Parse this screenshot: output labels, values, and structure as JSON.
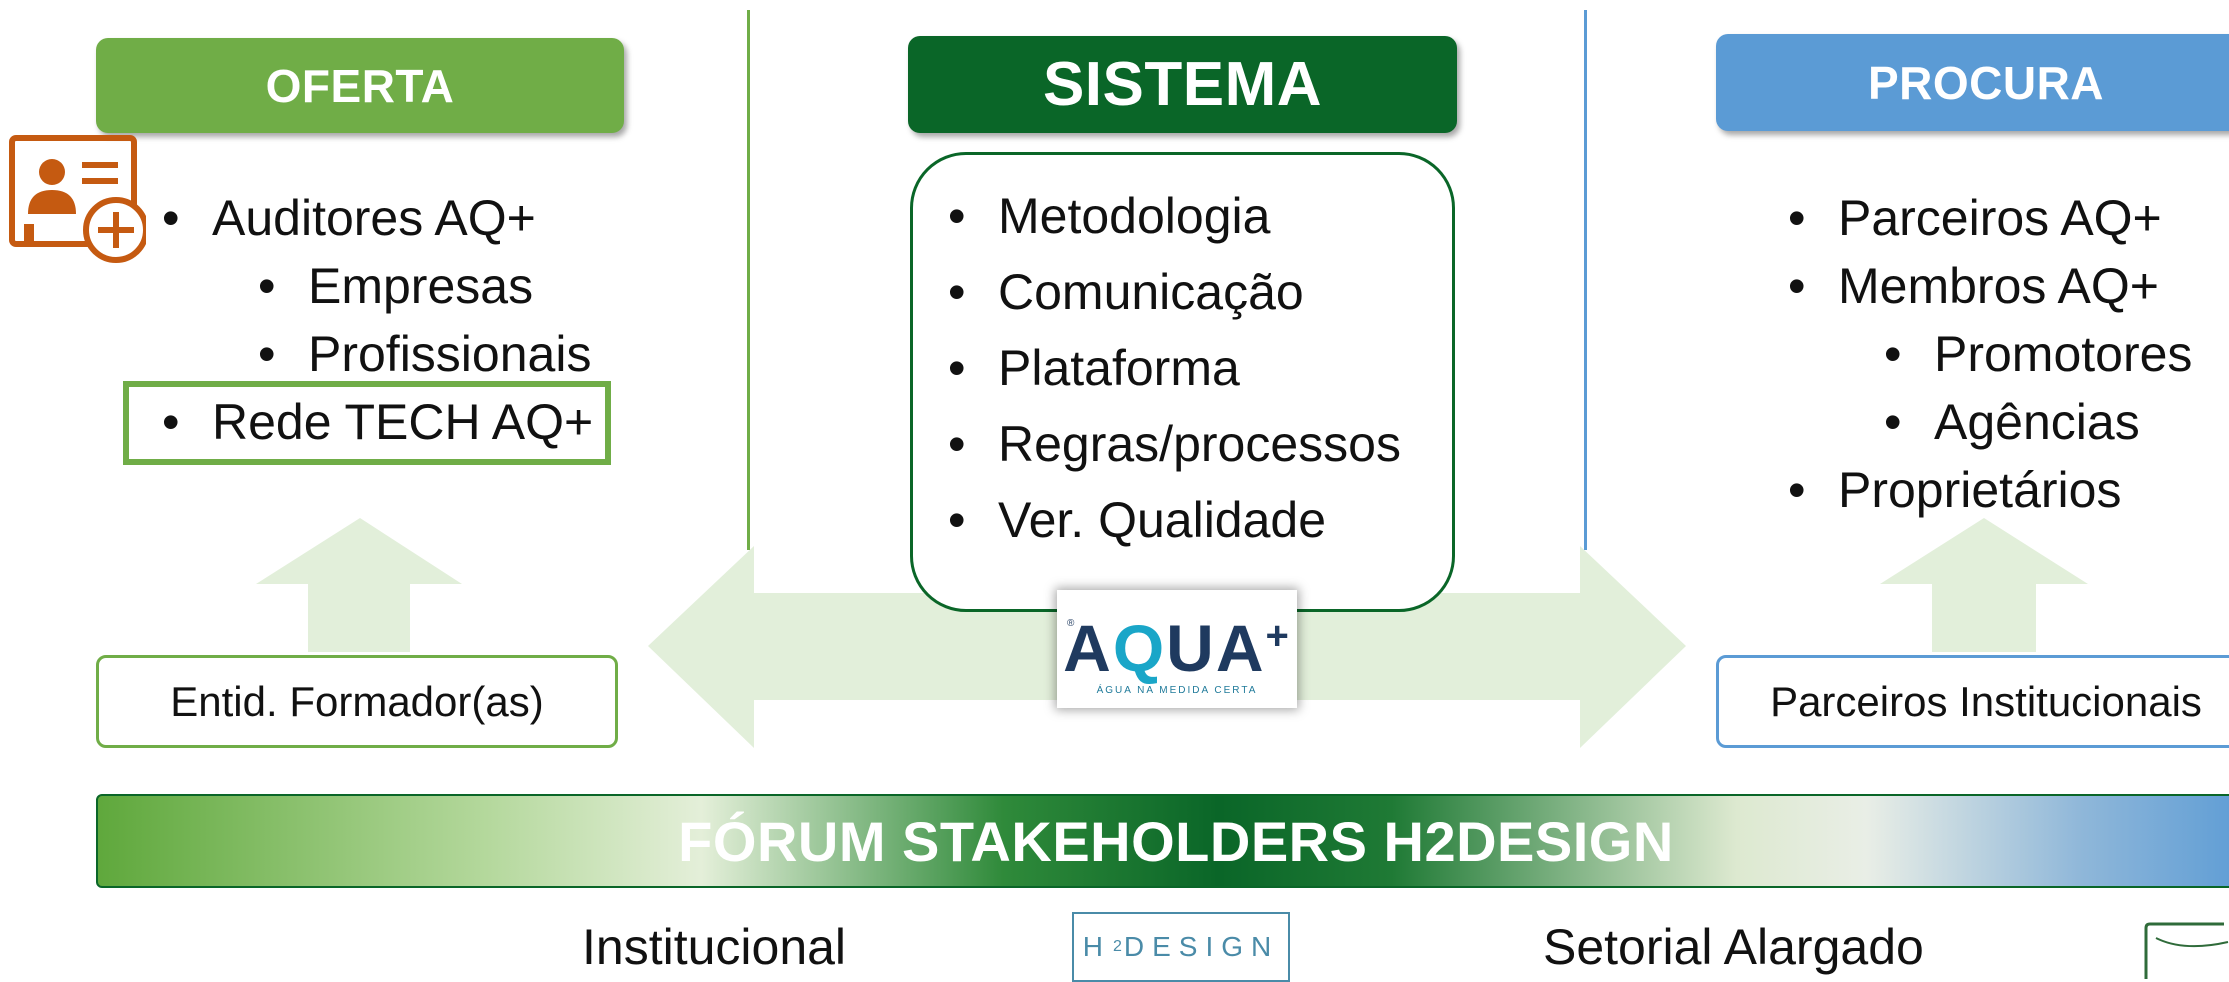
{
  "oferta": {
    "title": "OFERTA",
    "items": [
      "Auditores AQ+",
      "Empresas",
      "Profissionais",
      "Rede TECH AQ+"
    ],
    "bottom_box": "Entid. Formador(as)"
  },
  "sistema": {
    "title": "SISTEMA",
    "items": [
      "Metodologia",
      "Comunicação",
      "Plataforma",
      "Regras/processos",
      "Ver. Qualidade"
    ]
  },
  "procura": {
    "title": "PROCURA",
    "items": [
      "Parceiros AQ+",
      "Membros AQ+",
      "Promotores",
      "Agências",
      "Proprietários"
    ],
    "bottom_box": "Parceiros Institucionais"
  },
  "center_logo": {
    "main_left": "A",
    "main_q": "Q",
    "main_right": "UA",
    "plus": "+",
    "reg": "®",
    "tagline": "ÁGUA NA MEDIDA CERTA"
  },
  "forum": {
    "title": "FÓRUM STAKEHOLDERS H2DESIGN"
  },
  "footer": {
    "left": "Institucional",
    "right": "Setorial Alargado",
    "h2logo_a": "H",
    "h2logo_sub": "2",
    "h2logo_b": "DESIGN"
  },
  "colors": {
    "oferta": "#70ad47",
    "sistema": "#0a6628",
    "procura": "#5b9bd5",
    "arrow_fill": "#e2efda",
    "icon": "#c55a11"
  },
  "icons": [
    "add-user-card-icon"
  ]
}
